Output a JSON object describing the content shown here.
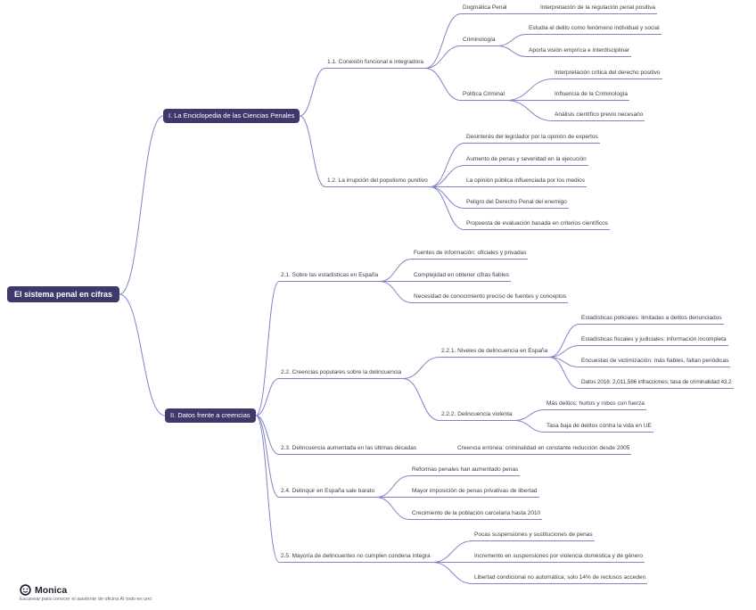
{
  "mindmap": {
    "root": "El sistema penal en cifras",
    "branch1": {
      "label": "I. La Enciclopedia de las Ciencias Penales",
      "s11": {
        "label": "1.1. Conexión funcional e integradora",
        "dogmatica": {
          "label": "Dogmática Penal",
          "items": [
            "Interpretación de la regulación penal positiva"
          ]
        },
        "criminologia": {
          "label": "Criminología",
          "items": [
            "Estudia el delito como fenómeno individual y social",
            "Aporta visión empírica e interdisciplinar"
          ]
        },
        "politica": {
          "label": "Política Criminal",
          "items": [
            "Interpretación crítica del derecho positivo",
            "Influencia de la Criminología",
            "Análisis científico previo necesario"
          ]
        }
      },
      "s12": {
        "label": "1.2. La irrupción del populismo punitivo",
        "items": [
          "Desinterés del legislador por la opinión de expertos",
          "Aumento de penas y severidad en la ejecución",
          "La opinión pública influenciada por los medios",
          "Peligro del Derecho Penal del enemigo",
          "Propuesta de evaluación basada en criterios científicos"
        ]
      }
    },
    "branch2": {
      "label": "II. Datos frente a creencias",
      "s21": {
        "label": "2.1. Sobre las estadísticas en España",
        "items": [
          "Fuentes de información: oficiales y privadas",
          "Complejidad en obtener cifras fiables",
          "Necesidad de conocimiento preciso de fuentes y conceptos"
        ]
      },
      "s22": {
        "label": "2.2. Creencias populares sobre la delincuencia",
        "s221": {
          "label": "2.2.1. Niveles de delincuencia en España",
          "items": [
            "Estadísticas policiales: limitadas a delitos denunciados",
            "Estadísticas fiscales y judiciales: información incompleta",
            "Encuestas de victimización: más fiables, faltan periódicas",
            "Datos 2016: 2,011,586 infracciones; tasa de criminalidad 43.2"
          ]
        },
        "s222": {
          "label": "2.2.2. Delincuencia violenta",
          "items": [
            "Más delitos: hurtos y robos con fuerza",
            "Tasa baja de delitos contra la vida en UE"
          ]
        }
      },
      "s23": {
        "label": "2.3. Delincuencia aumentada en las últimas décadas",
        "items": [
          "Creencia errónea: criminalidad en constante reducción desde 2005"
        ]
      },
      "s24": {
        "label": "2.4. Delinquir en España sale barato",
        "items": [
          "Reformas penales han aumentado penas",
          "Mayor imposición de penas privativas de libertad",
          "Crecimiento de la población carcelaria hasta 2010"
        ]
      },
      "s25": {
        "label": "2.5. Mayoría de delincuentes no cumplen condena íntegra",
        "items": [
          "Pocas suspensiones y sustituciones de penas",
          "Incremento en suspensiones por violencia doméstica y de género",
          "Libertad condicional no automática; solo 14% de reclusos acceden"
        ]
      }
    }
  },
  "footer": {
    "brand": "Monica",
    "tagline": "Escanear para conocer el asistente de oficina AI todo en uno"
  },
  "colors": {
    "badge_bg": "#3d3a6b",
    "link": "#8084c4",
    "text": "#3a3a4a",
    "background": "#ffffff"
  }
}
